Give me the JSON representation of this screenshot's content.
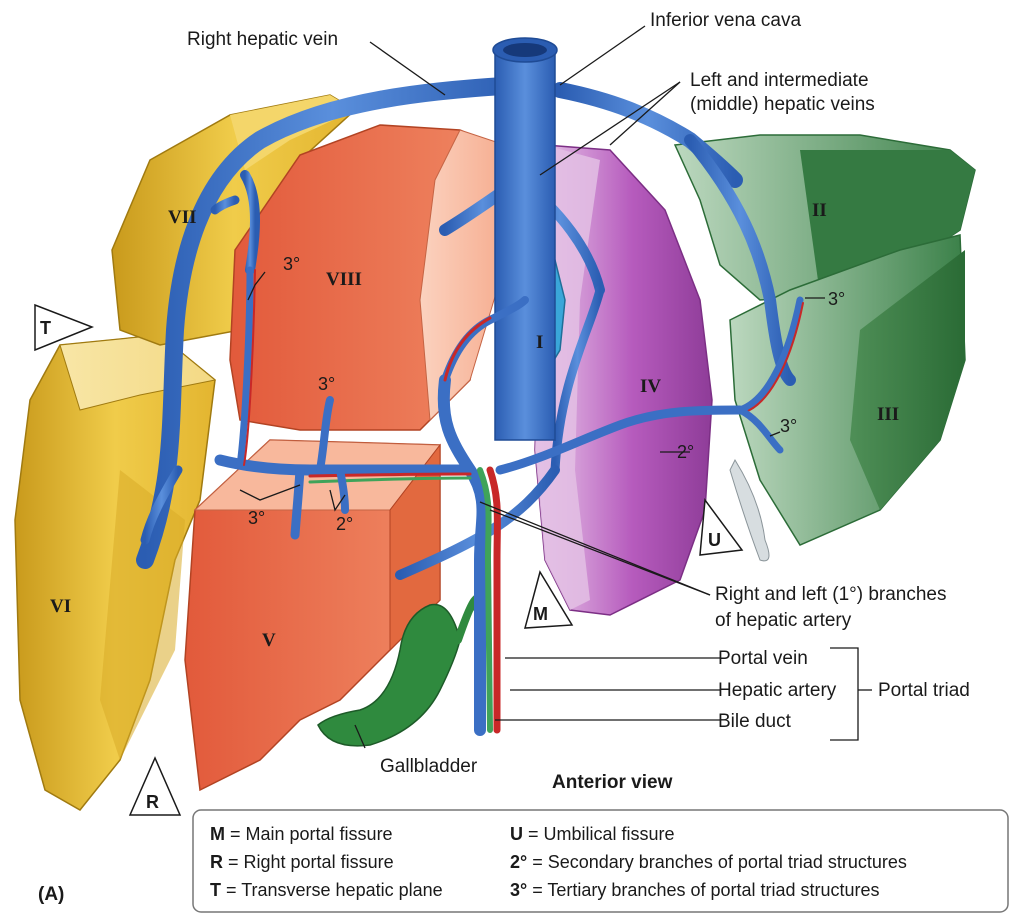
{
  "labels": {
    "ivc": "Inferior vena cava",
    "right_hepatic_vein": "Right hepatic vein",
    "left_intermediate_1": "Left and intermediate",
    "left_intermediate_2": "(middle) hepatic veins",
    "branches_1": "Right and left (1°) branches",
    "branches_2": "of hepatic artery",
    "portal_vein": "Portal vein",
    "hepatic_artery": "Hepatic artery",
    "bile_duct": "Bile duct",
    "portal_triad": "Portal triad",
    "gallbladder": "Gallbladder",
    "anterior_view": "Anterior view",
    "figure_letter": "(A)"
  },
  "segments": {
    "s1": "I",
    "s2": "II",
    "s3": "III",
    "s4": "IV",
    "s5": "V",
    "s6": "VI",
    "s7": "VII",
    "s8": "VIII"
  },
  "branch_marks": {
    "tertiary": "3°",
    "secondary": "2°"
  },
  "fissure_markers": {
    "t": "T",
    "r": "R",
    "m": "M",
    "u": "U"
  },
  "legend": {
    "m_key": "M",
    "m_text": " = Main portal fissure",
    "r_key": "R",
    "r_text": " = Right portal fissure",
    "t_key": "T",
    "t_text": " = Transverse hepatic plane",
    "u_key": "U",
    "u_text": " = Umbilical fissure",
    "s2_key": "2°",
    "s2_text": " = Secondary branches of portal triad structures",
    "s3_key": "3°",
    "s3_text": " = Tertiary branches of portal triad structures"
  },
  "colors": {
    "vein": "#3b6fc4",
    "artery": "#c82828",
    "bile_duct": "#3fa35a",
    "segment_yellow": "#e8c23c",
    "segment_orange": "#e8704e",
    "segment_purple": "#b057b8",
    "segment_green": "#2f7a3f"
  }
}
